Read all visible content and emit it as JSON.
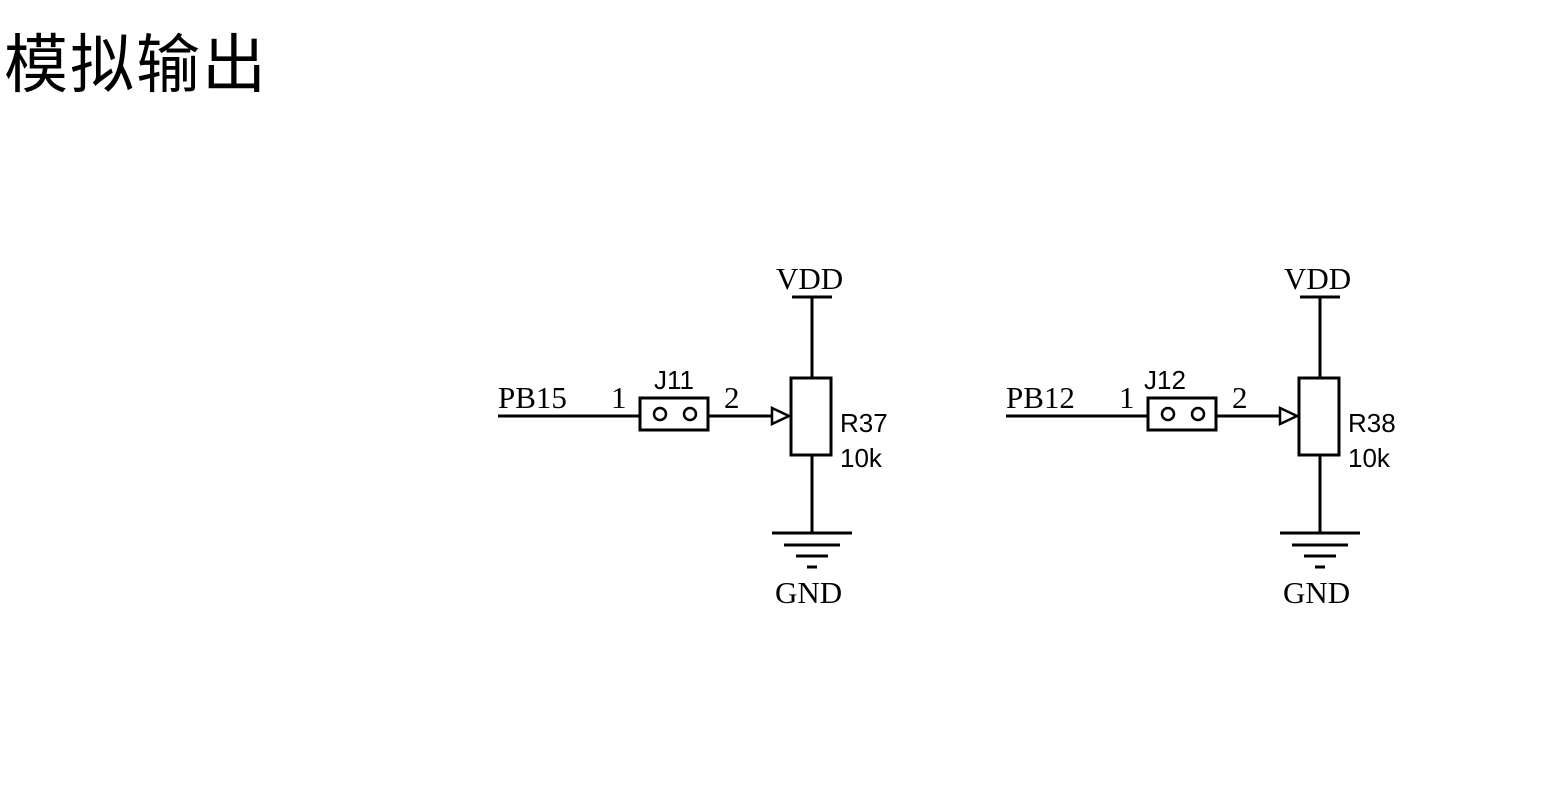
{
  "title": "模拟输出",
  "circuits": [
    {
      "net_label": "PB15",
      "jumper": {
        "ref": "J11",
        "pin1": "1",
        "pin2": "2"
      },
      "resistor": {
        "ref": "R37",
        "value": "10k"
      },
      "supply": "VDD",
      "ground": "GND"
    },
    {
      "net_label": "PB12",
      "jumper": {
        "ref": "J12",
        "pin1": "1",
        "pin2": "2"
      },
      "resistor": {
        "ref": "R38",
        "value": "10k"
      },
      "supply": "VDD",
      "ground": "GND"
    }
  ]
}
